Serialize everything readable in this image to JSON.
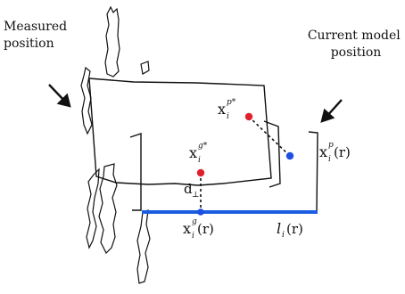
{
  "labels": {
    "measured": [
      "Measured",
      "position"
    ],
    "current": [
      "Current model",
      "position"
    ]
  },
  "math": {
    "xp_star": {
      "base": "x",
      "sub": "i",
      "sup": "p*"
    },
    "xg_star": {
      "base": "x",
      "sub": "i",
      "sup": "g*"
    },
    "xp_r": {
      "base": "x",
      "sub": "i",
      "sup": "p",
      "arg": "(r)"
    },
    "xg_r": {
      "base": "x",
      "sub": "i",
      "sup": "g",
      "arg": "(r)"
    },
    "d_perp": {
      "base": "d",
      "sub": "⊥"
    },
    "l_r": {
      "base": "l",
      "sub": "i",
      "arg": "(r)"
    }
  },
  "colors": {
    "point_red": "#e0202a",
    "point_blue": "#1f4fe0",
    "line_blue": "#1a5de0",
    "stroke": "#111111"
  }
}
